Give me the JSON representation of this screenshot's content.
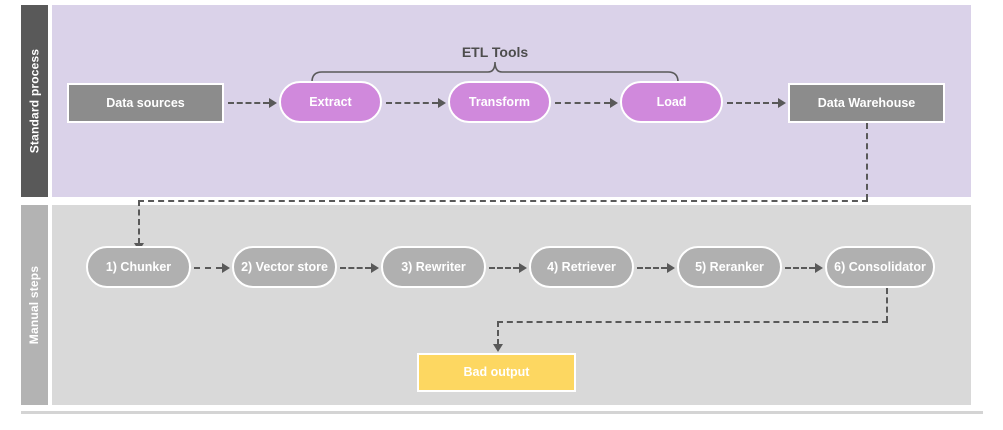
{
  "diagram": {
    "lanes": [
      {
        "id": "standard",
        "label": "Standard process"
      },
      {
        "id": "manual",
        "label": "Manual steps"
      }
    ],
    "annotations": [
      {
        "id": "etl-brace",
        "label": "ETL Tools"
      }
    ],
    "standard_process_nodes": [
      {
        "id": "data-sources",
        "label": "Data sources",
        "shape": "rect",
        "color": "#8C8C8C"
      },
      {
        "id": "extract",
        "label": "Extract",
        "shape": "pill",
        "color": "#D089DC"
      },
      {
        "id": "transform",
        "label": "Transform",
        "shape": "pill",
        "color": "#D089DC"
      },
      {
        "id": "load",
        "label": "Load",
        "shape": "pill",
        "color": "#D089DC"
      },
      {
        "id": "data-warehouse",
        "label": "Data Warehouse",
        "shape": "rect",
        "color": "#8C8C8C"
      }
    ],
    "manual_steps_nodes": [
      {
        "id": "chunker",
        "label": "1) Chunker",
        "shape": "pill",
        "color": "#B0B0B0"
      },
      {
        "id": "vector-store",
        "label": "2) Vector store",
        "shape": "pill",
        "color": "#B0B0B0"
      },
      {
        "id": "rewriter",
        "label": "3) Rewriter",
        "shape": "pill",
        "color": "#B0B0B0"
      },
      {
        "id": "retriever",
        "label": "4) Retriever",
        "shape": "pill",
        "color": "#B0B0B0"
      },
      {
        "id": "reranker",
        "label": "5) Reranker",
        "shape": "pill",
        "color": "#B0B0B0"
      },
      {
        "id": "consolidator",
        "label": "6) Consolidator",
        "shape": "pill",
        "color": "#B0B0B0"
      }
    ],
    "output_nodes": [
      {
        "id": "bad-output",
        "label": "Bad output",
        "shape": "rect",
        "color": "#FDD761"
      }
    ],
    "colors": {
      "standard_lane_band": "#DAD2E9",
      "standard_lane_label": "#595959",
      "manual_lane_band": "#D9D9D9",
      "manual_lane_label": "#B3B3B3",
      "connector": "#595959",
      "node_border": "#FFFFFF",
      "node_text": "#FFFFFF",
      "annotation_text": "#4D4D4D"
    }
  }
}
